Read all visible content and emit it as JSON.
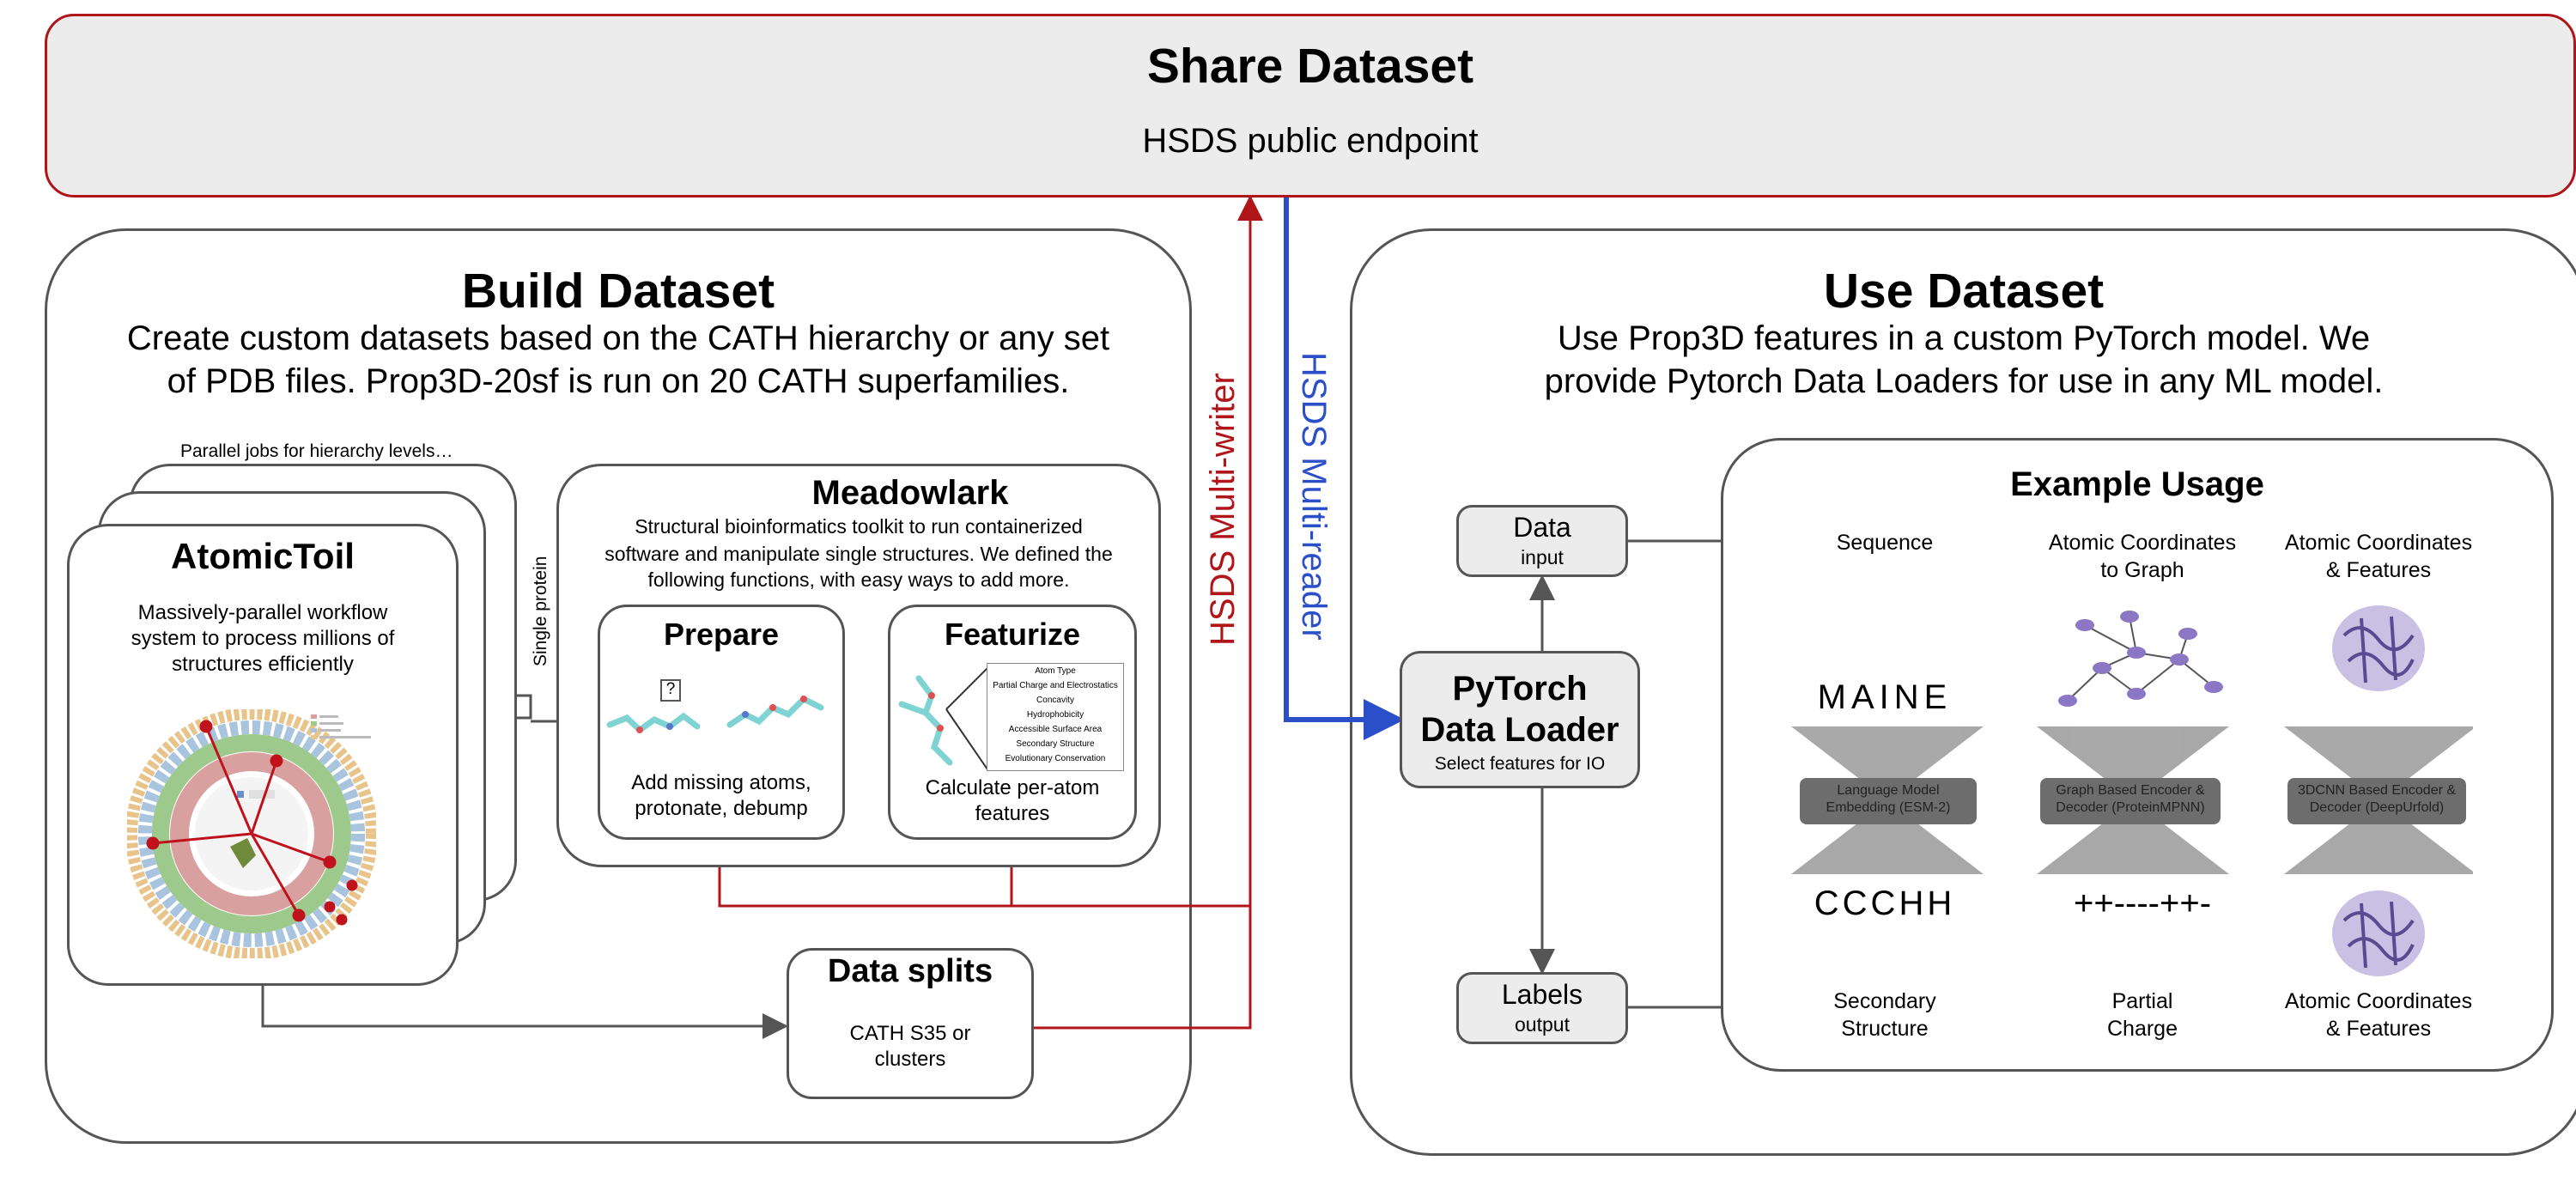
{
  "share": {
    "title": "Share Dataset",
    "subtitle": "HSDS public endpoint"
  },
  "build": {
    "title": "Build Dataset",
    "desc_line1": "Create custom datasets based on the CATH hierarchy or any set",
    "desc_line2": "of PDB files. Prop3D-20sf is run on 20 CATH superfamilies."
  },
  "atomictoil": {
    "parallel_label": "Parallel jobs for hierarchy levels…",
    "title": "AtomicToil",
    "desc_line1": "Massively-parallel workflow",
    "desc_line2": "system to process millions of",
    "desc_line3": "structures efficiently",
    "single_protein": "Single protein"
  },
  "meadowlark": {
    "title": "Meadowlark",
    "desc_line1": "Structural bioinformatics toolkit to run containerized",
    "desc_line2": "software and manipulate single structures. We defined the",
    "desc_line3": "following functions, with easy ways to add more."
  },
  "prepare": {
    "title": "Prepare",
    "desc_line1": "Add missing atoms,",
    "desc_line2": "protonate, debump",
    "question": "?"
  },
  "featurize": {
    "title": "Featurize",
    "desc_line1": "Calculate per-atom",
    "desc_line2": "features",
    "features": [
      "Atom Type",
      "Partial Charge and Electrostatics",
      "Concavity",
      "Hydrophobicity",
      "Accessible Surface Area",
      "Secondary Structure",
      "Evolutionary Conservation"
    ]
  },
  "splits": {
    "title": "Data splits",
    "desc_line1": "CATH S35 or",
    "desc_line2": "clusters"
  },
  "hsds": {
    "writer": "HSDS Multi-writer",
    "reader": "HSDS Multi-reader"
  },
  "use": {
    "title": "Use Dataset",
    "desc_line1": "Use Prop3D features in a custom PyTorch model. We",
    "desc_line2": "provide Pytorch Data Loaders for use in any ML model."
  },
  "data_input": {
    "title": "Data",
    "sub": "input"
  },
  "loader": {
    "title_line1": "PyTorch",
    "title_line2": "Data Loader",
    "sub": "Select features for IO"
  },
  "labels_output": {
    "title": "Labels",
    "sub": "output"
  },
  "example": {
    "title": "Example Usage",
    "columns": [
      {
        "input_line1": "Sequence",
        "input_line2": "",
        "model_line1": "Language Model",
        "model_line2": "Embedding (ESM-2)",
        "output_line1": "Secondary",
        "output_line2": "Structure",
        "seq": "MAINE",
        "ss": "CCCHH"
      },
      {
        "input_line1": "Atomic Coordinates",
        "input_line2": "to Graph",
        "model_line1": "Graph Based Encoder &",
        "model_line2": "Decoder (ProteinMPNN)",
        "output_line1": "Partial",
        "output_line2": "Charge",
        "charge": "++----++-"
      },
      {
        "input_line1": "Atomic Coordinates",
        "input_line2": "& Features",
        "model_line1": "3DCNN Based Encoder &",
        "model_line2": "Decoder (DeepUrfold)",
        "output_line1": "Atomic Coordinates",
        "output_line2": "& Features"
      }
    ]
  },
  "colors": {
    "red": "#b01519",
    "blue": "#2a4fc9",
    "gray_line": "#555555",
    "panel_fill": "#ececec"
  }
}
